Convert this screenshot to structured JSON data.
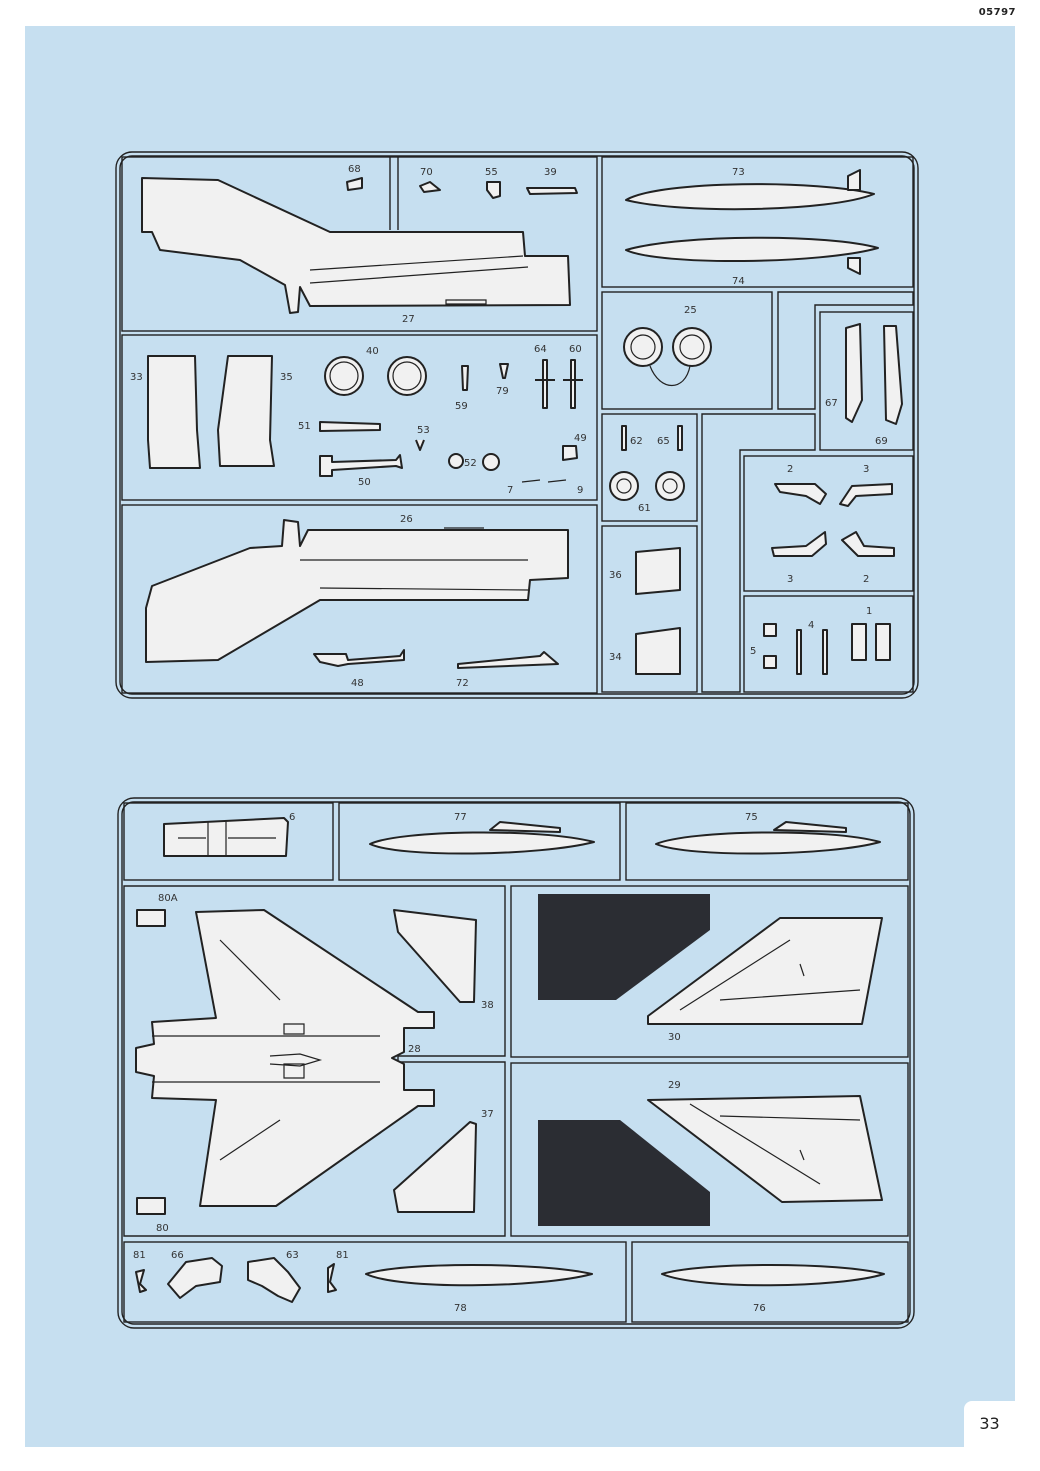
{
  "document": {
    "code": "05797",
    "page_number": "33"
  },
  "sprue_a": {
    "labels": [
      "68",
      "70",
      "55",
      "39",
      "73",
      "74",
      "27",
      "25",
      "40",
      "33",
      "35",
      "59",
      "79",
      "64",
      "60",
      "51",
      "53",
      "49",
      "50",
      "52",
      "7",
      "9",
      "67",
      "69",
      "62",
      "65",
      "61",
      "26",
      "2",
      "3",
      "3",
      "2",
      "36",
      "34",
      "48",
      "72",
      "1",
      "4",
      "5"
    ]
  },
  "sprue_b": {
    "labels": [
      "6",
      "77",
      "75",
      "80A",
      "38",
      "28",
      "30",
      "37",
      "29",
      "80",
      "81",
      "66",
      "63",
      "81",
      "78",
      "76"
    ]
  }
}
